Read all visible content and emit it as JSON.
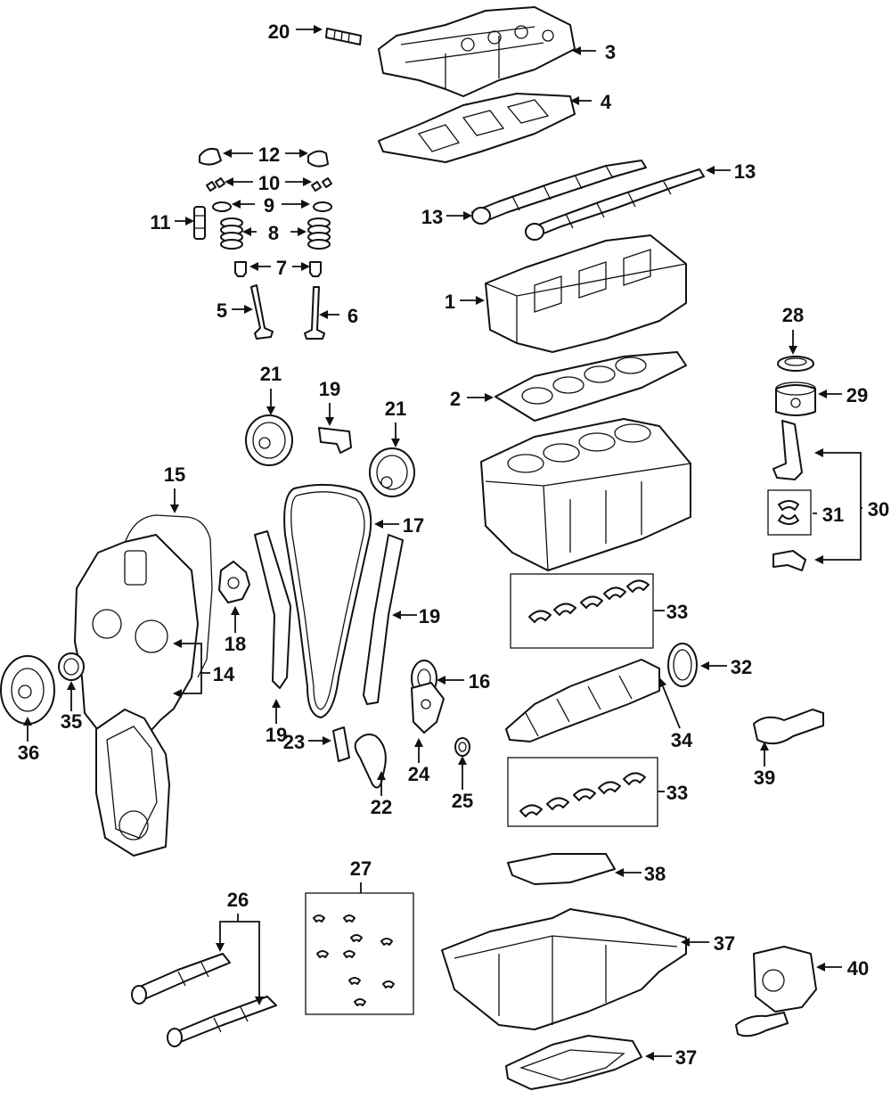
{
  "diagram": {
    "callouts": [
      "20",
      "3",
      "4",
      "12",
      "10",
      "9",
      "11",
      "8",
      "7",
      "5",
      "6",
      "13",
      "13",
      "1",
      "28",
      "29",
      "2",
      "21",
      "19",
      "21",
      "15",
      "17",
      "31",
      "30",
      "18",
      "19",
      "33",
      "19",
      "16",
      "32",
      "35",
      "14",
      "36",
      "23",
      "24",
      "25",
      "34",
      "22",
      "33",
      "39",
      "27",
      "38",
      "26",
      "37",
      "40",
      "37"
    ]
  }
}
